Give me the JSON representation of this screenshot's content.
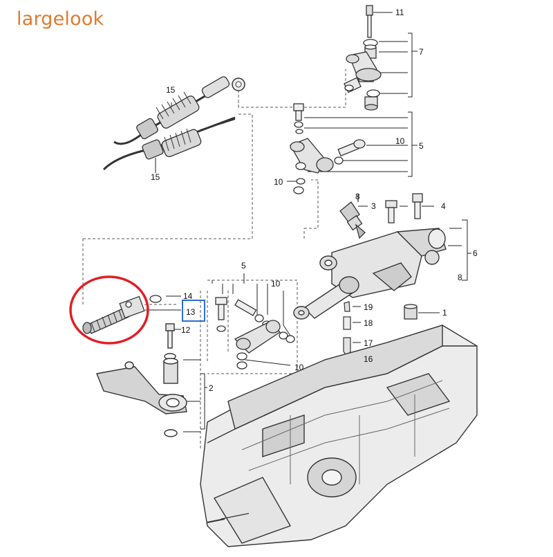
{
  "watermark": "largelook",
  "highlight_color": "#e01f26",
  "selected_box_color": "#2a6fd6",
  "labels": {
    "l11": "11",
    "l7": "7",
    "l15a": "15",
    "l15b": "15",
    "l10a": "10",
    "l5a": "5",
    "l10b": "10",
    "l8a": "8",
    "l3": "3",
    "l4": "4",
    "l6": "6",
    "l8b": "8",
    "l1": "1",
    "l5b": "5",
    "l10c": "10",
    "l14": "14",
    "l13": "13",
    "l12": "12",
    "l19": "19",
    "l18": "18",
    "l17": "17",
    "l16": "16",
    "l10d": "10",
    "l2": "2"
  }
}
